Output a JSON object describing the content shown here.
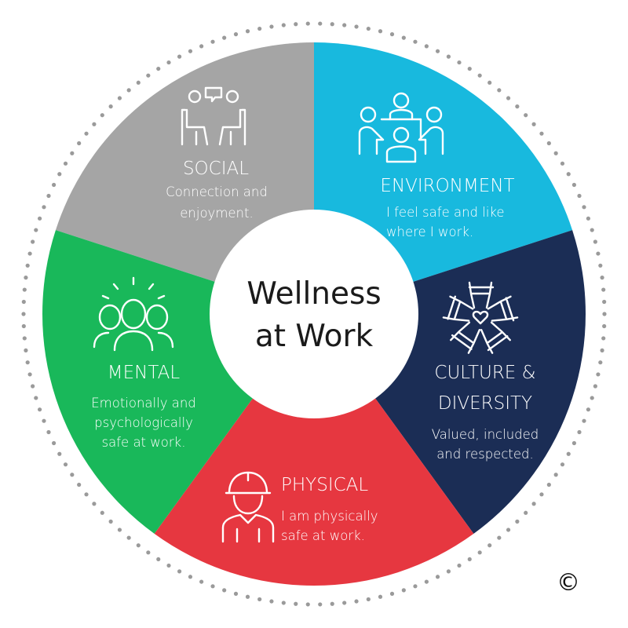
{
  "center": {
    "line1": "Wellness",
    "line2": "at Work"
  },
  "segments": [
    {
      "id": "social",
      "title": [
        "SOCIAL"
      ],
      "desc": [
        "Connection and",
        "enjoyment."
      ],
      "color": "#a5a5a5",
      "icon": "conversation-icon"
    },
    {
      "id": "environment",
      "title": [
        "ENVIRONMENT"
      ],
      "desc": [
        "I feel safe and like",
        "where I work."
      ],
      "color": "#18b9de",
      "icon": "meeting-table-icon"
    },
    {
      "id": "culture",
      "title": [
        "CULTURE &",
        "DIVERSITY"
      ],
      "desc": [
        "Valued, included",
        "and respected."
      ],
      "color": "#1b2d55",
      "icon": "hands-heart-icon"
    },
    {
      "id": "physical",
      "title": [
        "PHYSICAL"
      ],
      "desc": [
        "I am physically",
        "safe at work."
      ],
      "color": "#e63740",
      "icon": "hard-hat-worker-icon"
    },
    {
      "id": "mental",
      "title": [
        "MENTAL"
      ],
      "desc": [
        "Emotionally and",
        "psychologically",
        "safe at work."
      ],
      "color": "#19b85a",
      "icon": "group-idea-icon"
    }
  ],
  "ring_color": "#9a9a9a",
  "copyright": "©"
}
